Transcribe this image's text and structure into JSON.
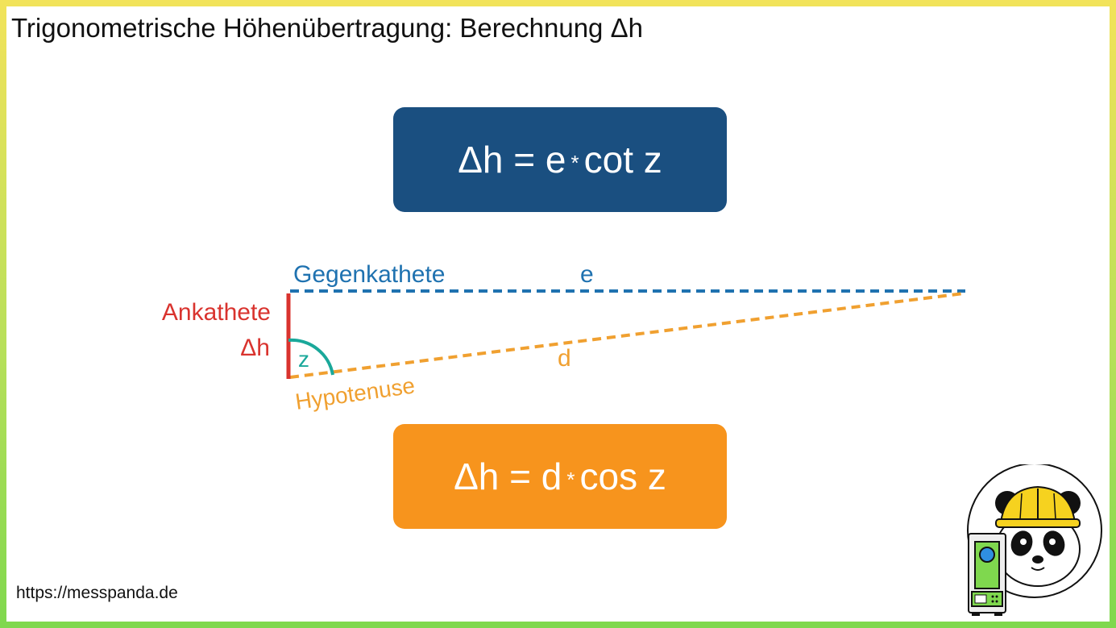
{
  "title": "Trigonometrische Höhenübertragung: Berechnung  Δh",
  "formula_top": {
    "lhs": "Δh = e",
    "star": "*",
    "rhs": "cot z",
    "color": "#1a4f80"
  },
  "formula_bottom": {
    "lhs": "Δh = d",
    "star": "*",
    "rhs": "cos z",
    "color": "#f7941d"
  },
  "diagram": {
    "gegenkathete_label": "Gegenkathete",
    "e_label": "e",
    "ankathete_label": "Ankathete",
    "dh_label": "Δh",
    "z_label": "z",
    "d_label": "d",
    "hypotenuse_label": "Hypotenuse",
    "colors": {
      "gegenkathete": "#1f72b0",
      "ankathete": "#d9332e",
      "hypotenuse": "#f0a030",
      "angle": "#1aa89a"
    }
  },
  "footer_url": "https://messpanda.de",
  "mascot": {
    "icon": "panda-with-hard-hat-and-total-station-icon"
  }
}
